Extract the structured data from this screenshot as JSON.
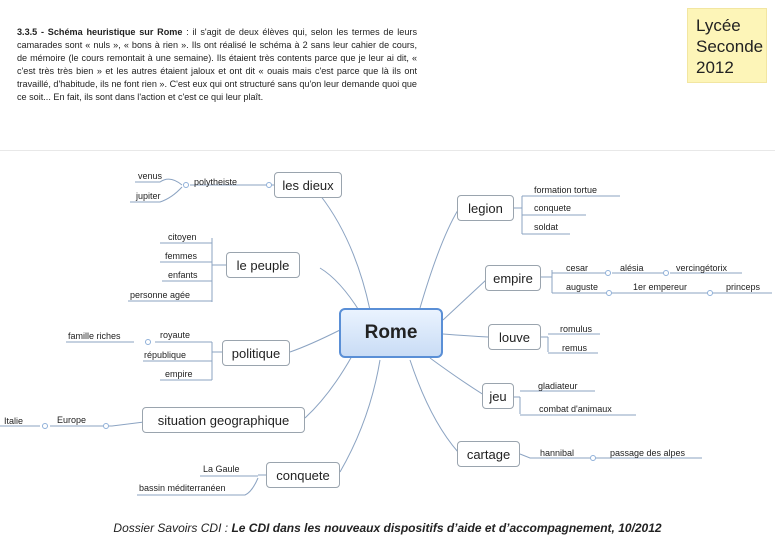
{
  "header": {
    "title": "3.3.5 - Schéma heuristique sur Rome",
    "body": " : il s'agit de deux élèves qui, selon les termes de leurs camarades sont « nuls », « bons à rien ». Ils ont réalisé le schéma à 2 sans leur cahier de cours, de mémoire (le cours remontait à une semaine). Ils étaient très contents parce que je leur ai dit, « c'est très très bien » et les autres étaient jaloux et ont dit « ouais mais c'est parce que là ils ont travaillé, d'habitude, ils ne font rien ». C'est eux qui ont structuré sans qu'on leur demande quoi que ce soit... En fait, ils sont dans l'action et c'est ce qui leur plaît."
  },
  "badge": {
    "line1": "Lycée",
    "line2": "Seconde",
    "line3": "2012"
  },
  "mindmap": {
    "center": "Rome",
    "branches": {
      "les_dieux": {
        "label": "les dieux",
        "polytheiste": "polytheiste",
        "venus": "venus",
        "jupiter": "jupiter"
      },
      "le_peuple": {
        "label": "le peuple",
        "citoyen": "citoyen",
        "femmes": "femmes",
        "enfants": "enfants",
        "personne_agee": "personne agée"
      },
      "politique": {
        "label": "politique",
        "royaute": "royaute",
        "famille_riches": "famille riches",
        "republique": "république",
        "empire": "empire"
      },
      "situation": {
        "label": "situation geographique",
        "europe": "Europe",
        "italie": "Italie"
      },
      "conquete": {
        "label": "conquete",
        "la_gaule": "La Gaule",
        "bassin": "bassin méditerranéen"
      },
      "legion": {
        "label": "legion",
        "formation_tortue": "formation tortue",
        "conquete": "conquete",
        "soldat": "soldat"
      },
      "empire": {
        "label": "empire",
        "cesar": "cesar",
        "alesia": "alésia",
        "vercingetorix": "vercingétorix",
        "auguste": "auguste",
        "premier_empereur": "1er empereur",
        "princeps": "princeps"
      },
      "louve": {
        "label": "louve",
        "romulus": "romulus",
        "remus": "remus"
      },
      "jeu": {
        "label": "jeu",
        "gladiateur": "gladiateur",
        "combat": "combat d'animaux"
      },
      "cartage": {
        "label": "cartage",
        "hannibal": "hannibal",
        "passage": "passage des alpes"
      }
    }
  },
  "footer": {
    "prefix": "Dossier Savoirs CDI : ",
    "title": "Le CDI dans les nouveaux dispositifs d’aide et d’accompagnement, 10/2012"
  },
  "colors": {
    "line": "#8ba3c2",
    "center_border": "#5a8fd6",
    "badge_bg": "#fdf5b8"
  }
}
